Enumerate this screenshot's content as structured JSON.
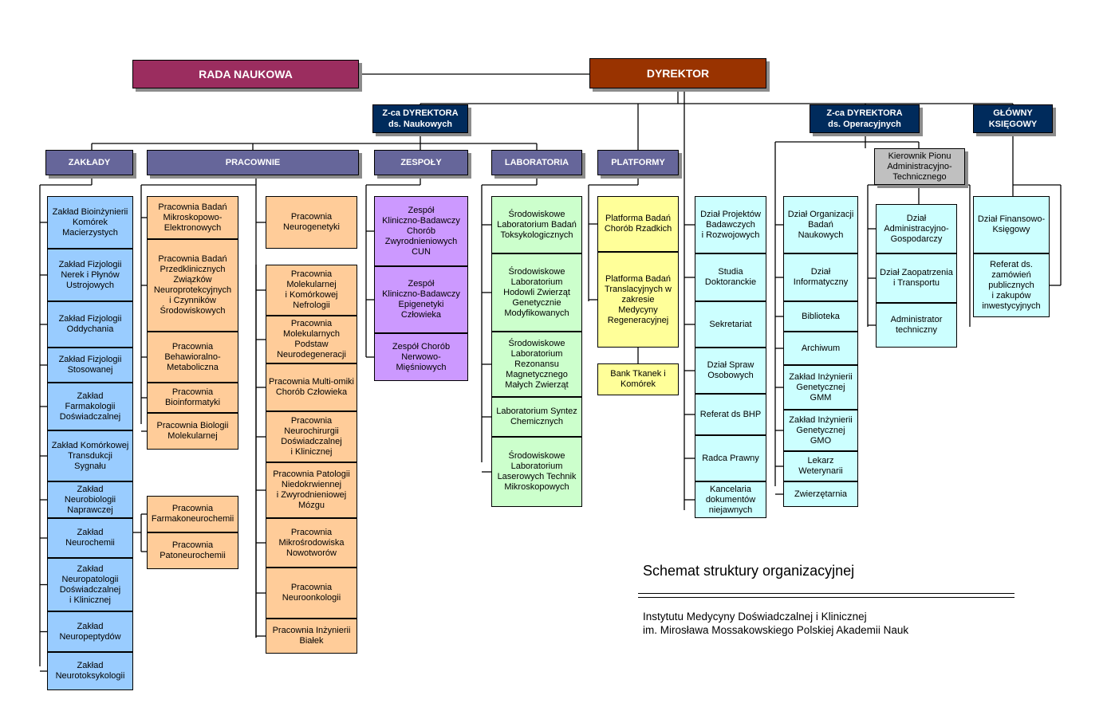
{
  "colors": {
    "rada": "#9b2d5f",
    "dyrektor": "#993300",
    "navy": "#002b5c",
    "purple": "#66669a",
    "grey": "#c0c0c0",
    "blue": "#99ccff",
    "orange": "#ffcc99",
    "violet": "#cc99ff",
    "green": "#ccffcc",
    "yellow": "#ffff99",
    "cyan": "#ccffff"
  },
  "top": {
    "rada": "RADA NAUKOWA",
    "dyrektor": "DYREKTOR"
  },
  "zca_naukowy": "Z-ca DYREKTORA\nds. Naukowych",
  "zca_operacyjny": "Z-ca DYREKTORA\nds. Operacyjnych",
  "ksiegowy": "GŁÓWNY\nKSIĘGOWY",
  "headers": {
    "zaklady": "ZAKŁADY",
    "pracownie": "PRACOWNIE",
    "zespoly": "ZESPOŁY",
    "laboratoria": "LABORATORIA",
    "platformy": "PLATFORMY"
  },
  "kierownik": "Kierownik Pionu\nAdministracyjno-\nTechnicznego",
  "zaklady": [
    "Zakład Bioinżynierii\nKomórek\nMacierzystych",
    "Zakład Fizjologii\nNerek i Płynów\nUstrojowych",
    "Zakład Fizjologii\nOddychania",
    "Zakład Fizjologii\nStosowanej",
    "Zakład\nFarmakologii\nDoświadczalnej",
    "Zakład Komórkowej\nTransdukcji\nSygnału",
    "Zakład\nNeurobiologii\nNaprawczej",
    "Zakład\nNeurochemii",
    "Zakład\nNeuropatologii\nDoświadczalnej\ni Klinicznej",
    "Zakład\nNeuropeptydów",
    "Zakład\nNeurotoksykologii"
  ],
  "pracownie_a": [
    "Pracownia Badań\nMikroskopowo-\nElektronowych",
    "Pracownia Badań\nPrzedklinicznych\nZwiązków\nNeuroprotekcyjnych\ni Czynników\nŚrodowiskowych",
    "Pracownia\nBehawioralno-\nMetaboliczna",
    "Pracownia\nBioinformatyki",
    "Pracownia Biologii\nMolekularnej"
  ],
  "pracownie_b": [
    "Pracownia\nFarmakoneurochemii",
    "Pracownia\nPatoneurochemii"
  ],
  "pracownie_c0": "Pracownia\nNeurogenetyki",
  "pracownie_c": [
    "Pracownia\nMolekularnej\ni Komórkowej\nNefrologii",
    "Pracownia\nMolekularnych\nPodstaw\nNeurodegeneracji",
    "Pracownia Multi-omiki\nChorób Człowieka",
    "Pracownia\nNeurochirurgii\nDoświadczalnej\ni Klinicznej",
    "Pracownia Patologii\nNiedokrwiennej\ni Zwyrodnieniowej\nMózgu",
    "Pracownia\nMikrośrodowiska\nNowotworów",
    "Pracownia\nNeuroonkologii",
    "Pracownia Inżynierii\nBiałek"
  ],
  "zespoly": [
    "Zespół\nKliniczno-Badawczy\nChorób\nZwyrodnieniowych\nCUN",
    "Zespół\nKliniczno-Badawczy\nEpigenetyki\nCzłowieka",
    "Zespół Chorób\nNerwowo-\nMięśniowych"
  ],
  "laboratoria": [
    "Środowiskowe\nLaboratorium Badań\nToksykologicznych",
    "Środowiskowe\nLaboratorium\nHodowli Zwierząt\nGenetycznie\nModyfikowanych",
    "Środowiskowe\nLaboratorium\nRezonansu\nMagnetycznego\nMałych Zwierząt",
    "Laboratorium Syntez\nChemicznych",
    "Środowiskowe\nLaboratorium\nLaserowych Technik\nMikroskopowych"
  ],
  "platformy": [
    "Platforma Badań\nChorób Rzadkich",
    "Platforma Badań\nTranslacyjnych w\nzakresie\nMedycyny\nRegeneracyjnej"
  ],
  "bank": "Bank Tkanek i\nKomórek",
  "dyrektor_units": [
    "Dział Projektów\nBadawczych\ni Rozwojowych",
    "Studia\nDoktoranckie",
    "Sekretariat",
    "Dział Spraw\nOsobowych",
    "Referat ds BHP",
    "Radca Prawny",
    "Kancelaria\ndokumentów\nniejawnych"
  ],
  "operacyjny_units": [
    "Dział Organizacji\nBadań\nNaukowych",
    "Dział\nInformatyczny",
    "Biblioteka",
    "Archiwum",
    "Zakład Inżynierii\nGenetycznej\nGMM",
    "Zakład Inżynierii\nGenetycznej\nGMO",
    "Lekarz\nWeterynarii",
    "Zwierzętarnia"
  ],
  "kierownik_units": [
    "Dział\nAdministracyjno-\nGospodarczy",
    "Dział Zaopatrzenia\ni Transportu",
    "Administrator\ntechniczny"
  ],
  "ksiegowy_units": [
    "Dział Finansowo-\nKsięgowy",
    "Referat ds.\nzamówień\npublicznych\ni zakupów\ninwestycyjnych"
  ],
  "caption": {
    "title": "Schemat struktury organizacyjnej",
    "line1": "Instytutu Medycyny Doświadczalnej i Klinicznej",
    "line2": "im. Mirosława Mossakowskiego Polskiej Akademii Nauk"
  }
}
